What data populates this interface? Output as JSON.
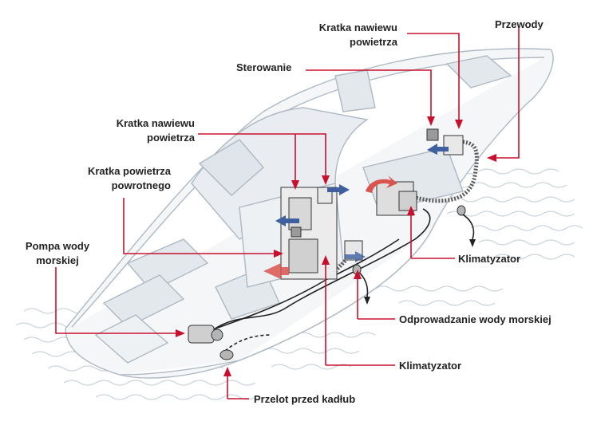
{
  "labels": {
    "kratka_top": {
      "line1": "Kratka nawiewu",
      "line2": "powietrza"
    },
    "przewody": "Przewody",
    "sterowanie": "Sterowanie",
    "kratka_mid": {
      "line1": "Kratka nawiewu",
      "line2": "powietrza"
    },
    "kratka_powrotnego": {
      "line1": "Kratka powietrza",
      "line2": "powrotnego"
    },
    "pompa": {
      "line1": "Pompa wody",
      "line2": "morskiej"
    },
    "klimatyzator_right": "Klimatyzator",
    "odprowadzanie": "Odprowadzanie wody morskiej",
    "klimatyzator_bottom": "Klimatyzator",
    "przelot": "Przelot przed kadłub"
  },
  "colors": {
    "leader": "#c8102e",
    "cold_air": "#3f5f9f",
    "warm_air": "#d9534f",
    "water": "#c9d3dc",
    "hull_line": "#b7c2cc",
    "text": "#222222"
  },
  "icons": [
    "boat-hull-outline",
    "air-conditioner-unit",
    "vent-grille",
    "control-panel",
    "air-duct",
    "sea-water-pump",
    "thru-hull-fitting"
  ]
}
